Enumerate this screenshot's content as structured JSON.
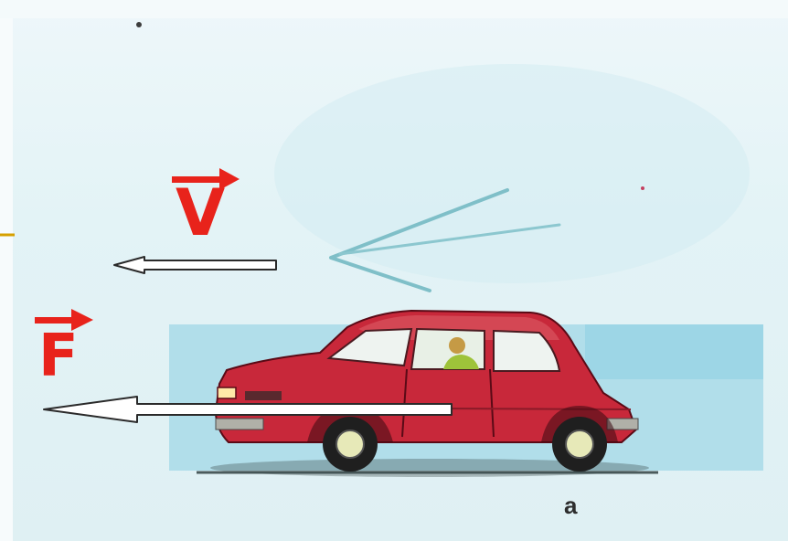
{
  "labels": {
    "velocity": "V",
    "force": "F",
    "figure_letter": "a"
  },
  "colors": {
    "vector_label": "#e8231b",
    "car_body": "#c8283a",
    "background": "#e3f3f6",
    "ground_patch": "#9fd7e6"
  }
}
